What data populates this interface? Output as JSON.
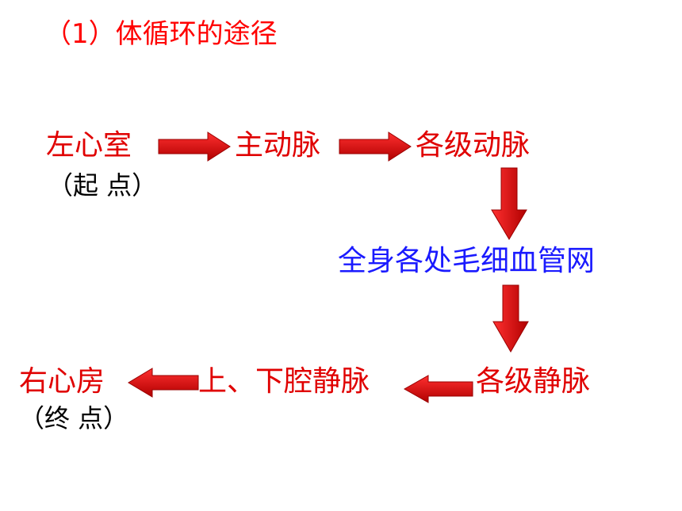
{
  "title": "（1）体循环的途径",
  "nodes": {
    "left_ventricle": "左心室",
    "start_note": "（起 点）",
    "aorta": "主动脉",
    "arteries": "各级动脉",
    "capillaries": "全身各处毛细血管网",
    "veins": "各级静脉",
    "vena_cava": "上、下腔静脉",
    "right_atrium": "右心房",
    "end_note": "（终 点）"
  },
  "colors": {
    "title": "#ff0000",
    "node_red": "#e00000",
    "node_blue": "#1a1aff",
    "note_black": "#000000",
    "arrow_light": "#ff2a2a",
    "arrow_dark": "#b00000"
  }
}
